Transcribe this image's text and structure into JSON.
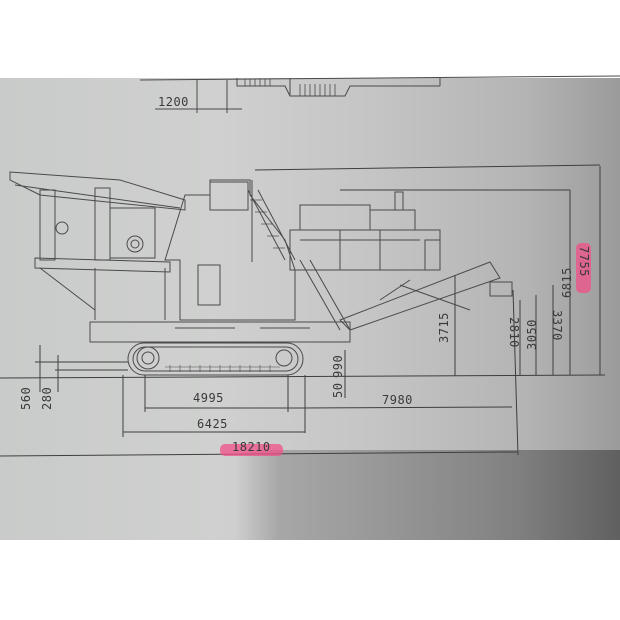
{
  "drawing": {
    "subject": "mobile crusher side elevation",
    "dimensions": {
      "plan_width": "1200",
      "overall_height": "7755",
      "height_2": "6815",
      "height_3": "3715",
      "height_4": "3370",
      "height_5": "3050",
      "height_6": "2810",
      "ground_clearance_a": "560",
      "ground_clearance_b": "280",
      "track_length": "4995",
      "track_overall": "6425",
      "conveyor_reach": "7980",
      "overall_length": "18210",
      "small_a": "990",
      "small_b": "50"
    },
    "highlighted": [
      "18210",
      "7755"
    ],
    "colors": {
      "paper": "#cfd0cf",
      "ink": "#3a3a3a",
      "highlight": "#f0508a"
    }
  }
}
